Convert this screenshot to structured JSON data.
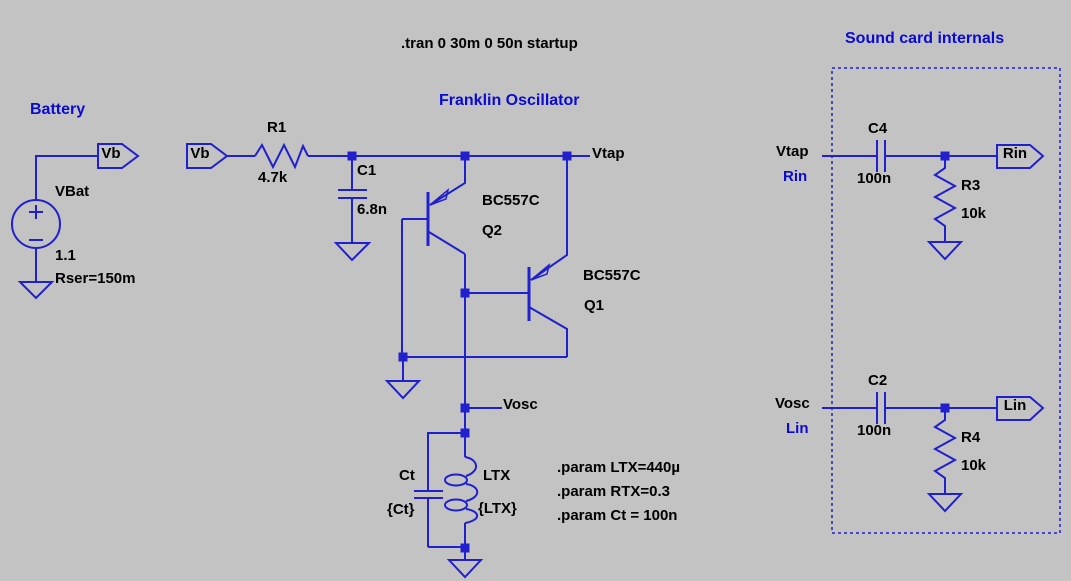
{
  "app": "LTspice schematic canvas",
  "colors": {
    "background": "#c3c3c3",
    "wire": "#2020cc",
    "comment_blue": "#0b0bcf",
    "label_black": "#000000"
  },
  "titles": {
    "battery": "Battery",
    "oscillator": "Franklin Oscillator",
    "soundcard": "Sound card internals"
  },
  "directives": {
    "tran": ".tran 0 30m 0 50n startup",
    "param_ltx": ".param LTX=440µ",
    "param_rtx": ".param RTX=0.3",
    "param_ct": ".param Ct = 100n"
  },
  "ports": {
    "vb": "Vb",
    "rin": "Rin",
    "lin": "Lin"
  },
  "nets": {
    "vtap": "Vtap",
    "vosc": "Vosc",
    "rin_label": "Rin",
    "lin_label": "Lin"
  },
  "components": {
    "vbat": {
      "name": "VBat",
      "value": "1.1",
      "series_resistance": "Rser=150m"
    },
    "r1": {
      "name": "R1",
      "value": "4.7k"
    },
    "c1": {
      "name": "C1",
      "value": "6.8n"
    },
    "q2": {
      "model": "BC557C",
      "name": "Q2"
    },
    "q1": {
      "model": "BC557C",
      "name": "Q1"
    },
    "ct": {
      "name": "Ct",
      "value": "{Ct}"
    },
    "ltx": {
      "name": "LTX",
      "value": "{LTX}"
    },
    "c4": {
      "name": "C4",
      "value": "100n"
    },
    "r3": {
      "name": "R3",
      "value": "10k"
    },
    "c2": {
      "name": "C2",
      "value": "100n"
    },
    "r4": {
      "name": "R4",
      "value": "10k"
    }
  }
}
